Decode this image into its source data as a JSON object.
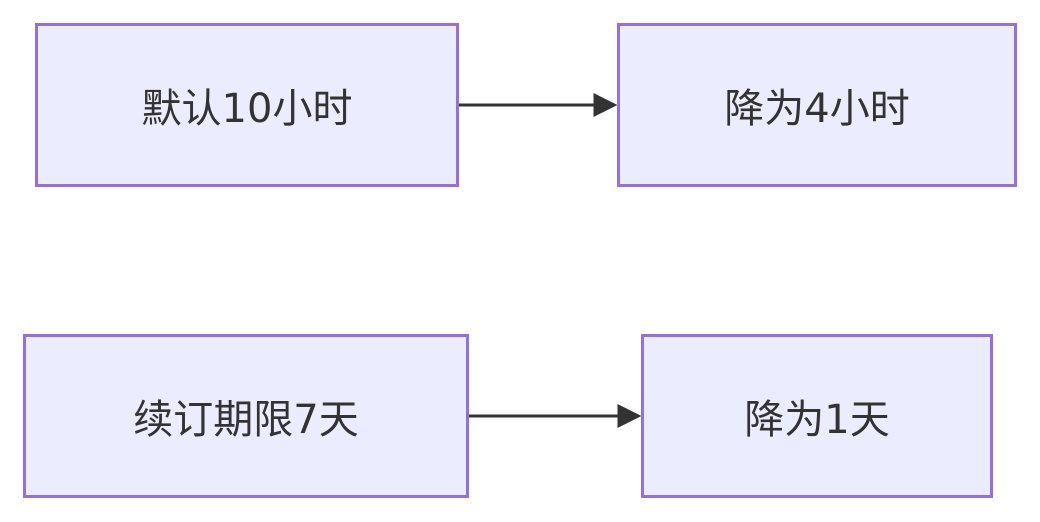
{
  "diagram": {
    "nodes": [
      {
        "id": "a",
        "label": "默认10小时"
      },
      {
        "id": "b",
        "label": "降为4小时"
      },
      {
        "id": "c",
        "label": "续订期限7天"
      },
      {
        "id": "d",
        "label": "降为1天"
      }
    ],
    "edges": [
      {
        "from": "a",
        "to": "b"
      },
      {
        "from": "c",
        "to": "d"
      }
    ],
    "colors": {
      "node_fill": "#ececff",
      "node_border": "#9370db",
      "edge": "#333333",
      "text": "#333333"
    }
  }
}
